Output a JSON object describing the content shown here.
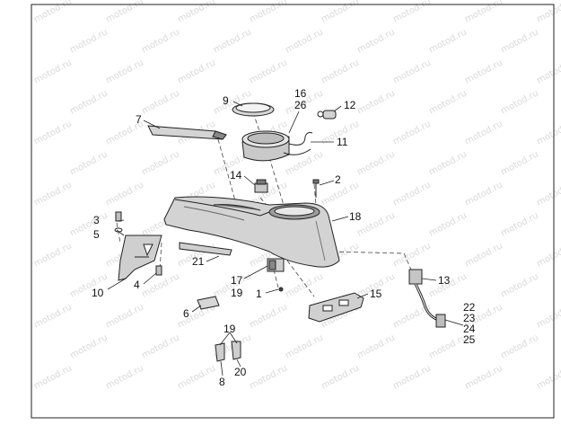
{
  "diagram": {
    "watermark": "motod.ru",
    "callouts": {
      "c1": "1",
      "c2": "2",
      "c3": "3",
      "c4": "4",
      "c5": "5",
      "c6": "6",
      "c7": "7",
      "c8": "8",
      "c9": "9",
      "c10": "10",
      "c11": "11",
      "c12": "12",
      "c13": "13",
      "c14": "14",
      "c15": "15",
      "c16": "16",
      "c17": "17",
      "c18": "18",
      "c19a": "19",
      "c19b": "19",
      "c20": "20",
      "c21": "21",
      "c22": "22",
      "c23": "23",
      "c24": "24",
      "c25": "25",
      "c26": "26"
    },
    "colors": {
      "line": "#222222",
      "part_fill": "#cfcfcf",
      "part_dark": "#8a8a8a",
      "watermark": "#d9d9d9"
    }
  }
}
